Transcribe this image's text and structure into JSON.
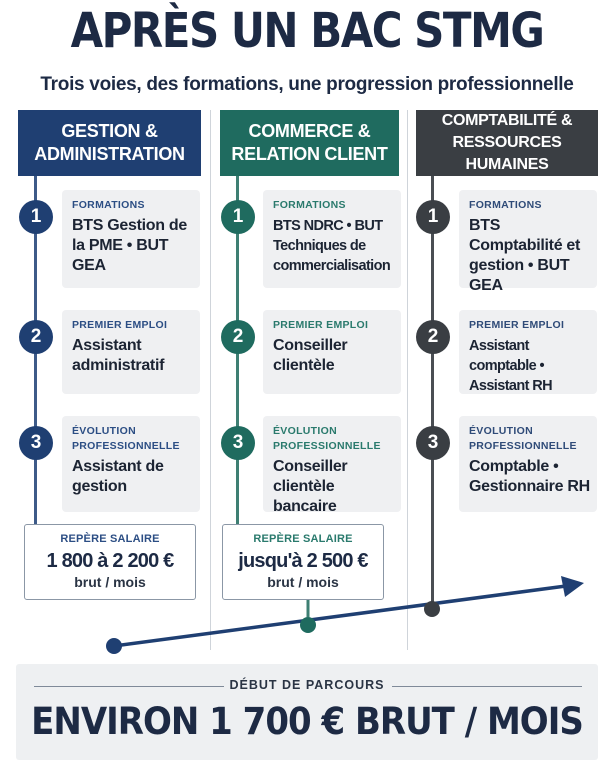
{
  "title": "APRÈS UN BAC STMG",
  "subtitle": "Trois voies, des formations, une progression professionnelle",
  "columns": [
    {
      "header_line1": "GESTION &",
      "header_line2": "ADMINISTRATION",
      "color": "#1f3f72",
      "steps": [
        {
          "number": "1",
          "label": "FORMATIONS",
          "label_line2": "",
          "text": "BTS Gestion de la PME • BUT GEA"
        },
        {
          "number": "2",
          "label": "PREMIER EMPLOI",
          "label_line2": "",
          "text": "Assistant administratif"
        },
        {
          "number": "3",
          "label": "ÉVOLUTION",
          "label_line2": "PROFESSIONNELLE",
          "text": "Assistant de gestion"
        }
      ],
      "salary": {
        "label": "REPÈRE SALAIRE",
        "value": "1 800 à 2 200 €",
        "unit": "brut / mois"
      }
    },
    {
      "header_line1": "COMMERCE &",
      "header_line2": "RELATION CLIENT",
      "color": "#1f6b5f",
      "steps": [
        {
          "number": "1",
          "label": "FORMATIONS",
          "label_line2": "",
          "text": "BTS NDRC • BUT Techniques de commercialisation"
        },
        {
          "number": "2",
          "label": "PREMIER EMPLOI",
          "label_line2": "",
          "text": "Conseiller clientèle"
        },
        {
          "number": "3",
          "label": "ÉVOLUTION",
          "label_line2": "PROFESSIONNELLE",
          "text": "Conseiller clientèle bancaire"
        }
      ],
      "salary": {
        "label": "REPÈRE SALAIRE",
        "value": "jusqu'à 2 500 €",
        "unit": "brut / mois"
      }
    },
    {
      "header_line1": "COMPTABILITÉ &",
      "header_line2": "RESSOURCES HUMAINES",
      "color": "#3a3e43",
      "steps": [
        {
          "number": "1",
          "label": "FORMATIONS",
          "label_line2": "",
          "text": "BTS Comptabilité et gestion • BUT GEA"
        },
        {
          "number": "2",
          "label": "PREMIER EMPLOI",
          "label_line2": "",
          "text": "Assistant comptable • Assistant RH"
        },
        {
          "number": "3",
          "label": "ÉVOLUTION",
          "label_line2": "PROFESSIONNELLE",
          "text": "Comptable • Gestionnaire RH"
        }
      ]
    }
  ],
  "footer": {
    "label": "DÉBUT DE PARCOURS",
    "value": "ENVIRON 1 700 € BRUT / MOIS"
  }
}
